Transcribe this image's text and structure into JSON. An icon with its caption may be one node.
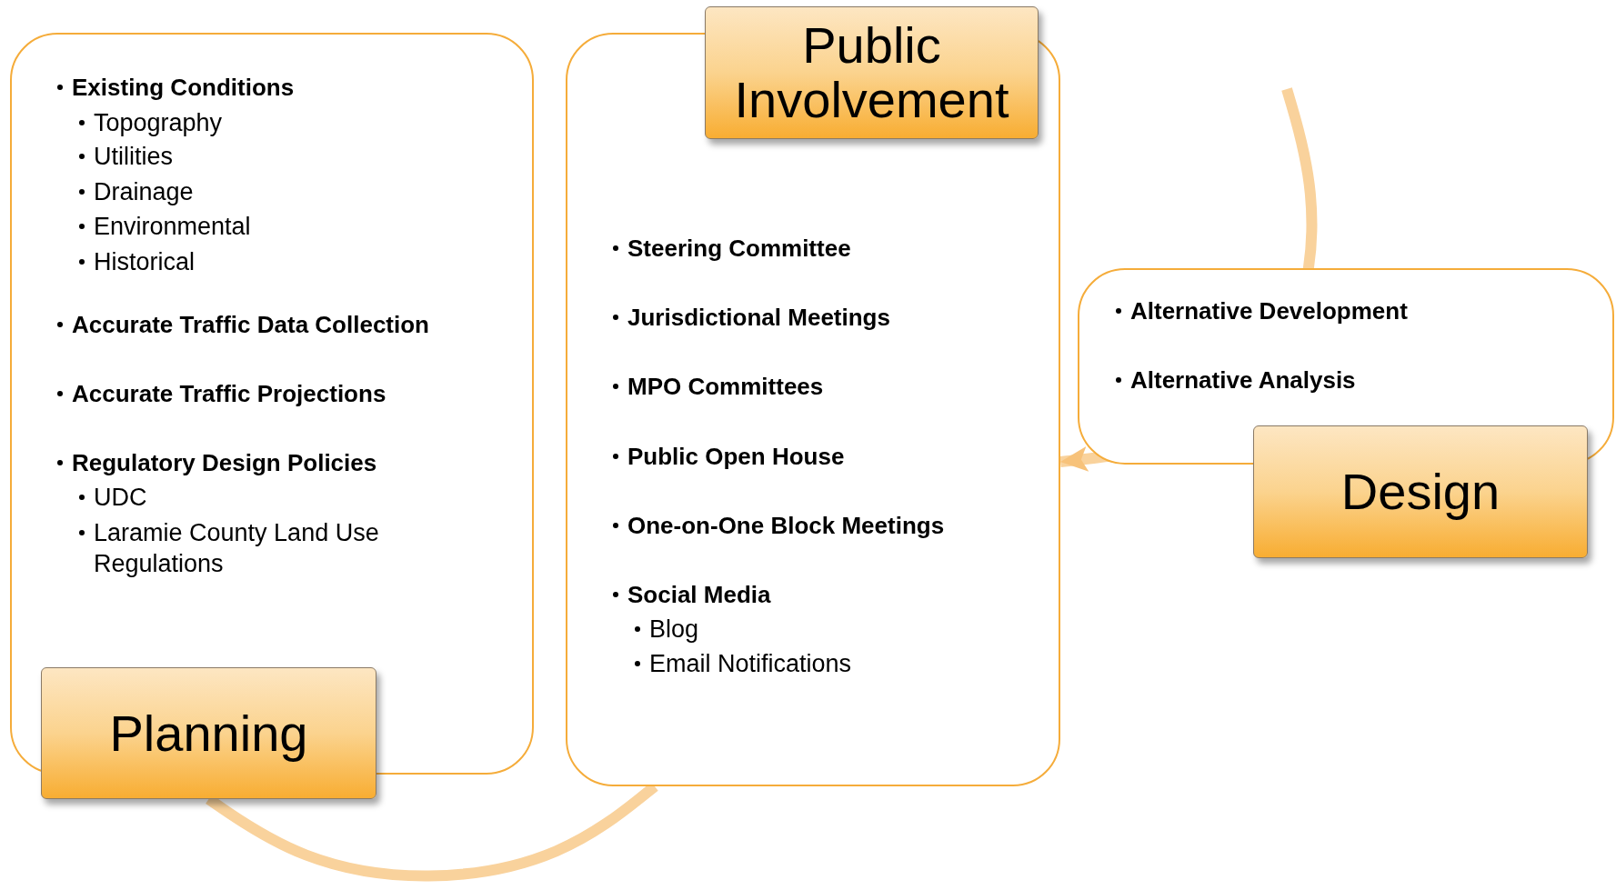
{
  "diagram": {
    "nodes": [
      {
        "text": [
          "Existing Conditions",
          "Topography",
          "Utilities",
          "Drainage",
          "Environmental",
          "Historical",
          "Accurate Traffic Data Collection",
          "Accurate Traffic Projections",
          "Regulatory Design Policies",
          "UDC",
          "Laramie County Land Use Regulations"
        ]
      },
      {
        "text": [
          "Planning"
        ]
      },
      {
        "text": [
          "Steering Committee",
          "Jurisdictional Meetings",
          "MPO Committees",
          "Public Open House",
          "One-on-One Block Meetings",
          "Social Media",
          "Blog",
          "Email Notifications"
        ]
      },
      {
        "text": [
          "Public Involvement"
        ]
      },
      {
        "text": [
          "Alternative Development",
          "Alternative Analysis"
        ]
      },
      {
        "text": [
          "Design"
        ]
      }
    ],
    "edges": [
      {
        "from": 1,
        "to": 2,
        "arrow": "none"
      },
      {
        "from": null,
        "to": 2,
        "arrow": "to"
      }
    ]
  }
}
